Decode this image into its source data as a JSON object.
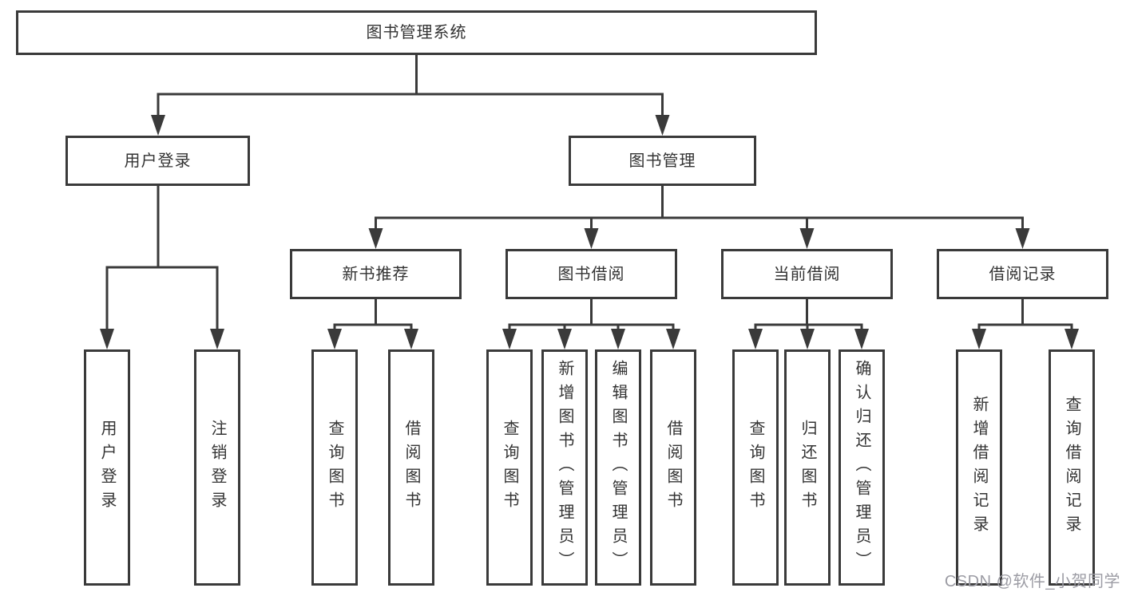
{
  "diagram": {
    "title": "图书管理系统",
    "tree": {
      "label": "图书管理系统",
      "children": [
        {
          "label": "用户登录",
          "children": [
            {
              "label": "用户登录"
            },
            {
              "label": "注销登录"
            }
          ]
        },
        {
          "label": "图书管理",
          "children": [
            {
              "label": "新书推荐",
              "children": [
                {
                  "label": "查询图书"
                },
                {
                  "label": "借阅图书"
                }
              ]
            },
            {
              "label": "图书借阅",
              "children": [
                {
                  "label": "查询图书"
                },
                {
                  "label": "新增图书（管理员）"
                },
                {
                  "label": "编辑图书（管理员）"
                },
                {
                  "label": "借阅图书"
                }
              ]
            },
            {
              "label": "当前借阅",
              "children": [
                {
                  "label": "查询图书"
                },
                {
                  "label": "归还图书"
                },
                {
                  "label": "确认归还（管理员）"
                }
              ]
            },
            {
              "label": "借阅记录",
              "children": [
                {
                  "label": "新增借阅记录"
                },
                {
                  "label": "查询借阅记录"
                }
              ]
            }
          ]
        }
      ]
    },
    "watermark": "CSDN @软件_小贺同学",
    "colors": {
      "line": "#3a3a3a",
      "border": "#3a3a3a",
      "text": "#333333",
      "background": "#ffffff",
      "watermark": "#9c9ca4"
    }
  }
}
